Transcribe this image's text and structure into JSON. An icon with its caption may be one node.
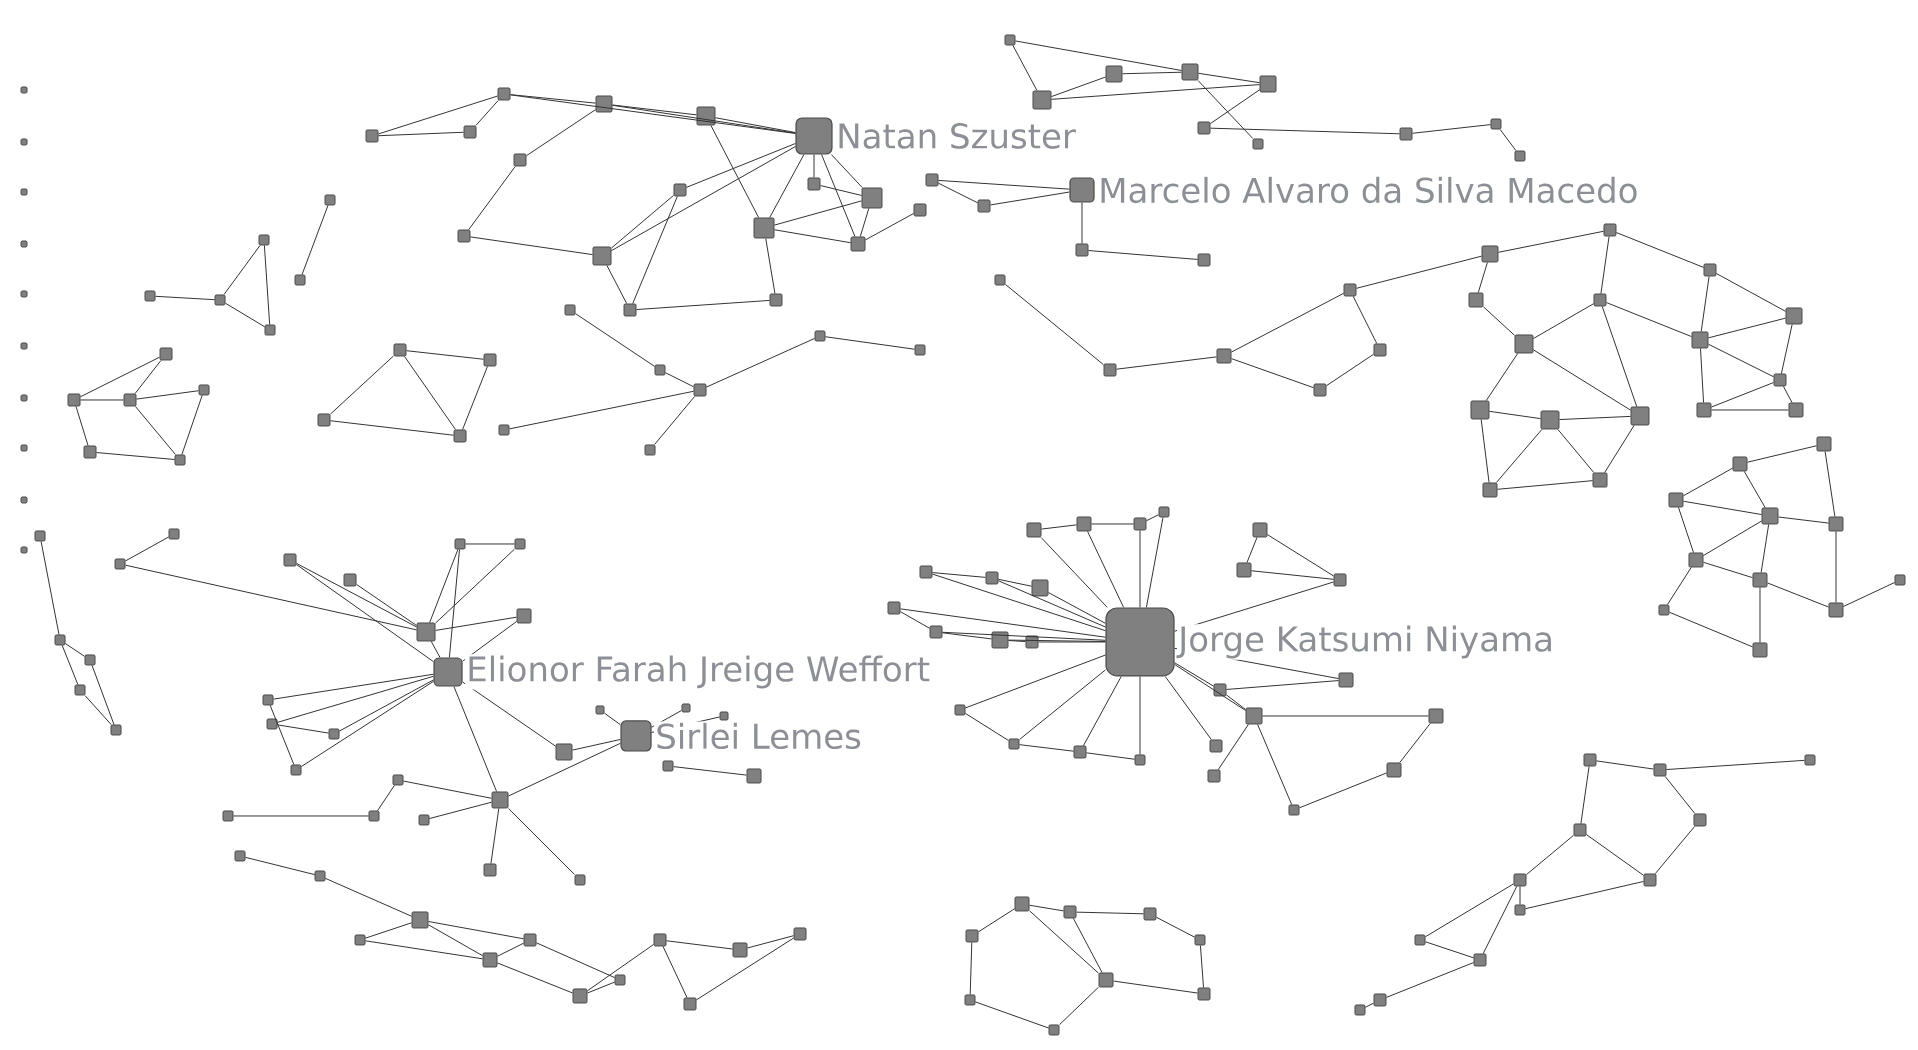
{
  "diagram": {
    "nodes": [
      {
        "text": [
          "Natan Szuster"
        ]
      },
      {
        "text": [
          "Marcelo Alvaro da Silva Macedo"
        ]
      },
      {
        "text": [
          "Jorge Katsumi Niyama"
        ]
      },
      {
        "text": [
          "Elionor Farah Jreige Weffort"
        ]
      },
      {
        "text": [
          "Sirlei Lemes"
        ]
      },
      {
        "text": [],
        "shape": "box"
      },
      {
        "text": [],
        "shape": "box"
      },
      {
        "text": [],
        "shape": "box"
      },
      {
        "text": [],
        "shape": "box"
      },
      {
        "text": [],
        "shape": "box"
      },
      {
        "text": [],
        "shape": "box"
      },
      {
        "text": [],
        "shape": "box"
      },
      {
        "text": [],
        "shape": "box"
      },
      {
        "text": [],
        "shape": "box"
      },
      {
        "text": [],
        "shape": "box"
      },
      {
        "text": [],
        "shape": "box"
      },
      {
        "text": [],
        "shape": "box"
      },
      {
        "text": [],
        "shape": "box"
      },
      {
        "text": [],
        "shape": "box"
      },
      {
        "text": [],
        "shape": "box"
      },
      {
        "text": [],
        "shape": "box"
      },
      {
        "text": [],
        "shape": "box"
      },
      {
        "text": [],
        "shape": "box"
      },
      {
        "text": [],
        "shape": "box"
      },
      {
        "text": [],
        "shape": "box"
      },
      {
        "text": [],
        "shape": "box"
      },
      {
        "text": [],
        "shape": "box"
      },
      {
        "text": [],
        "shape": "box"
      },
      {
        "text": [],
        "shape": "box"
      },
      {
        "text": [],
        "shape": "box"
      },
      {
        "text": [],
        "shape": "box"
      },
      {
        "text": [],
        "shape": "box"
      },
      {
        "text": [],
        "shape": "box"
      },
      {
        "text": [],
        "shape": "box"
      },
      {
        "text": [],
        "shape": "box"
      },
      {
        "text": [],
        "shape": "box"
      },
      {
        "text": [],
        "shape": "box"
      },
      {
        "text": [],
        "shape": "box"
      },
      {
        "text": [],
        "shape": "box"
      },
      {
        "text": [],
        "shape": "box"
      },
      {
        "text": [],
        "shape": "box"
      },
      {
        "text": [],
        "shape": "box"
      },
      {
        "text": [],
        "shape": "box"
      },
      {
        "text": [],
        "shape": "box"
      },
      {
        "text": [],
        "shape": "box"
      },
      {
        "text": [],
        "shape": "box"
      },
      {
        "text": [],
        "shape": "box"
      },
      {
        "text": [],
        "shape": "box"
      },
      {
        "text": [],
        "shape": "box"
      },
      {
        "text": [],
        "shape": "box"
      },
      {
        "text": [],
        "shape": "box"
      },
      {
        "text": [],
        "shape": "box"
      },
      {
        "text": [],
        "shape": "box"
      },
      {
        "text": [],
        "shape": "box"
      },
      {
        "text": [],
        "shape": "box"
      },
      {
        "text": [],
        "shape": "box"
      },
      {
        "text": [],
        "shape": "box"
      },
      {
        "text": [],
        "shape": "box"
      },
      {
        "text": [],
        "shape": "box"
      },
      {
        "text": [],
        "shape": "box"
      },
      {
        "text": [],
        "shape": "box"
      },
      {
        "text": [],
        "shape": "box"
      },
      {
        "text": [],
        "shape": "box"
      },
      {
        "text": [],
        "shape": "box"
      },
      {
        "text": [],
        "shape": "box"
      },
      {
        "text": [],
        "shape": "box"
      },
      {
        "text": [],
        "shape": "box"
      },
      {
        "text": [],
        "shape": "box"
      },
      {
        "text": [],
        "shape": "box"
      },
      {
        "text": [],
        "shape": "box"
      },
      {
        "text": [],
        "shape": "box"
      },
      {
        "text": [],
        "shape": "box"
      },
      {
        "text": [],
        "shape": "box"
      },
      {
        "text": [],
        "shape": "box"
      },
      {
        "text": [],
        "shape": "box"
      },
      {
        "text": [],
        "shape": "box"
      },
      {
        "text": [],
        "shape": "box"
      },
      {
        "text": [],
        "shape": "box"
      },
      {
        "text": [],
        "shape": "box"
      },
      {
        "text": [],
        "shape": "box"
      },
      {
        "text": [],
        "shape": "box"
      },
      {
        "text": [],
        "shape": "box"
      },
      {
        "text": [],
        "shape": "box"
      },
      {
        "text": [],
        "shape": "box"
      },
      {
        "text": [],
        "shape": "box"
      },
      {
        "text": [],
        "shape": "box"
      },
      {
        "text": [],
        "shape": "box"
      },
      {
        "text": [],
        "shape": "box"
      },
      {
        "text": [],
        "shape": "box"
      },
      {
        "text": [],
        "shape": "box"
      },
      {
        "text": [],
        "shape": "box"
      },
      {
        "text": [],
        "shape": "box"
      },
      {
        "text": [],
        "shape": "box"
      },
      {
        "text": [],
        "shape": "box"
      },
      {
        "text": [],
        "shape": "box"
      },
      {
        "text": [],
        "shape": "box"
      },
      {
        "text": [],
        "shape": "box"
      },
      {
        "text": [],
        "shape": "box"
      },
      {
        "text": [],
        "shape": "box"
      },
      {
        "text": [],
        "shape": "box"
      },
      {
        "text": [],
        "shape": "box"
      },
      {
        "text": [],
        "shape": "box"
      },
      {
        "text": [],
        "shape": "box"
      },
      {
        "text": [],
        "shape": "box"
      },
      {
        "text": [],
        "shape": "box"
      },
      {
        "text": [],
        "shape": "box"
      },
      {
        "text": [],
        "shape": "box"
      },
      {
        "text": [],
        "shape": "box"
      },
      {
        "text": [],
        "shape": "box"
      },
      {
        "text": [],
        "shape": "box"
      },
      {
        "text": [],
        "shape": "box"
      },
      {
        "text": [],
        "shape": "box"
      },
      {
        "text": [],
        "shape": "box"
      },
      {
        "text": [],
        "shape": "box"
      },
      {
        "text": [],
        "shape": "box"
      },
      {
        "text": [],
        "shape": "box"
      },
      {
        "text": [],
        "shape": "box"
      },
      {
        "text": [],
        "shape": "box"
      },
      {
        "text": [],
        "shape": "box"
      },
      {
        "text": [],
        "shape": "box"
      },
      {
        "text": [],
        "shape": "box"
      },
      {
        "text": [],
        "shape": "box"
      },
      {
        "text": [],
        "shape": "box"
      },
      {
        "text": [],
        "shape": "box"
      },
      {
        "text": [],
        "shape": "box"
      },
      {
        "text": [],
        "shape": "box"
      },
      {
        "text": [],
        "shape": "box"
      },
      {
        "text": [],
        "shape": "box"
      },
      {
        "text": [],
        "shape": "box"
      },
      {
        "text": [],
        "shape": "box"
      },
      {
        "text": [],
        "shape": "box"
      },
      {
        "text": [],
        "shape": "box"
      },
      {
        "text": [],
        "shape": "box"
      },
      {
        "text": [],
        "shape": "box"
      },
      {
        "text": [],
        "shape": "box"
      },
      {
        "text": [],
        "shape": "box"
      },
      {
        "text": [],
        "shape": "box"
      },
      {
        "text": [],
        "shape": "box"
      },
      {
        "text": [],
        "shape": "box"
      },
      {
        "text": [],
        "shape": "box"
      },
      {
        "text": [],
        "shape": "box"
      },
      {
        "text": [],
        "shape": "box"
      },
      {
        "text": [],
        "shape": "box"
      },
      {
        "text": [],
        "shape": "box"
      },
      {
        "text": [],
        "shape": "box"
      },
      {
        "text": [],
        "shape": "box"
      },
      {
        "text": [],
        "shape": "box"
      },
      {
        "text": [],
        "shape": "box"
      },
      {
        "text": [],
        "shape": "box"
      },
      {
        "text": [],
        "shape": "box"
      },
      {
        "text": [],
        "shape": "box"
      },
      {
        "text": [],
        "shape": "box"
      },
      {
        "text": [],
        "shape": "box"
      },
      {
        "text": [],
        "shape": "box"
      },
      {
        "text": [],
        "shape": "box"
      },
      {
        "text": [],
        "shape": "box"
      },
      {
        "text": [],
        "shape": "box"
      },
      {
        "text": [],
        "shape": "box"
      },
      {
        "text": [],
        "shape": "box"
      },
      {
        "text": [],
        "shape": "box"
      },
      {
        "text": [],
        "shape": "box"
      },
      {
        "text": [],
        "shape": "box"
      },
      {
        "text": [],
        "shape": "box"
      },
      {
        "text": [],
        "shape": "box"
      },
      {
        "text": [],
        "shape": "box"
      },
      {
        "text": [],
        "shape": "box"
      },
      {
        "text": [],
        "shape": "box"
      },
      {
        "text": [],
        "shape": "box"
      },
      {
        "text": [],
        "shape": "box"
      },
      {
        "text": [],
        "shape": "box"
      },
      {
        "text": [],
        "shape": "box"
      },
      {
        "text": [],
        "shape": "box"
      },
      {
        "text": [],
        "shape": "box"
      },
      {
        "text": [],
        "shape": "box"
      },
      {
        "text": [],
        "shape": "box"
      },
      {
        "text": [],
        "shape": "box"
      },
      {
        "text": [],
        "shape": "box"
      },
      {
        "text": [],
        "shape": "box"
      },
      {
        "text": [],
        "shape": "box"
      },
      {
        "text": [],
        "shape": "box"
      },
      {
        "text": [],
        "shape": "box"
      },
      {
        "text": [],
        "shape": "box"
      },
      {
        "text": [],
        "shape": "box"
      },
      {
        "text": [],
        "shape": "box"
      },
      {
        "text": [],
        "shape": "box"
      },
      {
        "text": [],
        "shape": "box"
      },
      {
        "text": [],
        "shape": "box"
      },
      {
        "text": [],
        "shape": "box"
      },
      {
        "text": [],
        "shape": "box"
      },
      {
        "text": [],
        "shape": "box"
      }
    ],
    "edges": [
      {
        "from": 0,
        "to": 5,
        "arrow": "none"
      },
      {
        "from": 0,
        "to": 6,
        "arrow": "none"
      },
      {
        "from": 0,
        "to": 7,
        "arrow": "none"
      },
      {
        "from": 0,
        "to": 13,
        "arrow": "none"
      },
      {
        "from": 0,
        "to": 14,
        "arrow": "none"
      },
      {
        "from": 0,
        "to": 15,
        "arrow": "none"
      },
      {
        "from": 0,
        "to": 16,
        "arrow": "none"
      },
      {
        "from": 0,
        "to": 11,
        "arrow": "none"
      },
      {
        "from": 0,
        "to": 20,
        "arrow": "none"
      },
      {
        "from": 5,
        "to": 6,
        "arrow": "none"
      },
      {
        "from": 5,
        "to": 13,
        "arrow": "none"
      },
      {
        "from": 6,
        "to": 7,
        "arrow": "none"
      },
      {
        "from": 7,
        "to": 8,
        "arrow": "none"
      },
      {
        "from": 8,
        "to": 9,
        "arrow": "none"
      },
      {
        "from": 6,
        "to": 19,
        "arrow": "none"
      },
      {
        "from": 19,
        "to": 10,
        "arrow": "none"
      },
      {
        "from": 10,
        "to": 11,
        "arrow": "none"
      },
      {
        "from": 11,
        "to": 12,
        "arrow": "none"
      },
      {
        "from": 12,
        "to": 18,
        "arrow": "none"
      },
      {
        "from": 11,
        "to": 20,
        "arrow": "none"
      },
      {
        "from": 13,
        "to": 15,
        "arrow": "none"
      },
      {
        "from": 14,
        "to": 15,
        "arrow": "none"
      },
      {
        "from": 15,
        "to": 16,
        "arrow": "none"
      },
      {
        "from": 16,
        "to": 17,
        "arrow": "none"
      },
      {
        "from": 13,
        "to": 16,
        "arrow": "none"
      },
      {
        "from": 18,
        "to": 13,
        "arrow": "none"
      },
      {
        "from": 20,
        "to": 12,
        "arrow": "none"
      },
      {
        "from": 9,
        "to": 7,
        "arrow": "none"
      },
      {
        "from": 1,
        "to": 22,
        "arrow": "none"
      },
      {
        "from": 1,
        "to": 23,
        "arrow": "none"
      },
      {
        "from": 1,
        "to": 30,
        "arrow": "none"
      },
      {
        "from": 22,
        "to": 23,
        "arrow": "none"
      },
      {
        "from": 21,
        "to": 24,
        "arrow": "none"
      },
      {
        "from": 21,
        "to": 26,
        "arrow": "none"
      },
      {
        "from": 24,
        "to": 25,
        "arrow": "none"
      },
      {
        "from": 25,
        "to": 26,
        "arrow": "none"
      },
      {
        "from": 26,
        "to": 27,
        "arrow": "none"
      },
      {
        "from": 24,
        "to": 27,
        "arrow": "none"
      },
      {
        "from": 26,
        "to": 29,
        "arrow": "none"
      },
      {
        "from": 27,
        "to": 28,
        "arrow": "none"
      },
      {
        "from": 30,
        "to": 31,
        "arrow": "none"
      },
      {
        "from": 32,
        "to": 33,
        "arrow": "none"
      },
      {
        "from": 33,
        "to": 34,
        "arrow": "none"
      },
      {
        "from": 28,
        "to": 32,
        "arrow": "none"
      },
      {
        "from": 35,
        "to": 36,
        "arrow": "none"
      },
      {
        "from": 36,
        "to": 37,
        "arrow": "none"
      },
      {
        "from": 37,
        "to": 38,
        "arrow": "none"
      },
      {
        "from": 35,
        "to": 39,
        "arrow": "none"
      },
      {
        "from": 39,
        "to": 40,
        "arrow": "none"
      },
      {
        "from": 40,
        "to": 41,
        "arrow": "none"
      },
      {
        "from": 41,
        "to": 36,
        "arrow": "none"
      },
      {
        "from": 41,
        "to": 42,
        "arrow": "none"
      },
      {
        "from": 42,
        "to": 43,
        "arrow": "none"
      },
      {
        "from": 43,
        "to": 38,
        "arrow": "none"
      },
      {
        "from": 37,
        "to": 42,
        "arrow": "none"
      },
      {
        "from": 40,
        "to": 44,
        "arrow": "none"
      },
      {
        "from": 44,
        "to": 45,
        "arrow": "none"
      },
      {
        "from": 45,
        "to": 46,
        "arrow": "none"
      },
      {
        "from": 46,
        "to": 41,
        "arrow": "none"
      },
      {
        "from": 44,
        "to": 47,
        "arrow": "none"
      },
      {
        "from": 45,
        "to": 47,
        "arrow": "none"
      },
      {
        "from": 45,
        "to": 48,
        "arrow": "none"
      },
      {
        "from": 46,
        "to": 48,
        "arrow": "none"
      },
      {
        "from": 42,
        "to": 49,
        "arrow": "none"
      },
      {
        "from": 49,
        "to": 50,
        "arrow": "none"
      },
      {
        "from": 43,
        "to": 50,
        "arrow": "none"
      },
      {
        "from": 40,
        "to": 46,
        "arrow": "none"
      },
      {
        "from": 47,
        "to": 48,
        "arrow": "none"
      },
      {
        "from": 38,
        "to": 42,
        "arrow": "none"
      },
      {
        "from": 49,
        "to": 43,
        "arrow": "none"
      },
      {
        "from": 51,
        "to": 52,
        "arrow": "none"
      },
      {
        "from": 52,
        "to": 53,
        "arrow": "none"
      },
      {
        "from": 53,
        "to": 54,
        "arrow": "none"
      },
      {
        "from": 54,
        "to": 55,
        "arrow": "none"
      },
      {
        "from": 51,
        "to": 55,
        "arrow": "none"
      },
      {
        "from": 54,
        "to": 56,
        "arrow": "none"
      },
      {
        "from": 56,
        "to": 57,
        "arrow": "none"
      },
      {
        "from": 57,
        "to": 58,
        "arrow": "none"
      },
      {
        "from": 55,
        "to": 58,
        "arrow": "none"
      },
      {
        "from": 57,
        "to": 59,
        "arrow": "none"
      },
      {
        "from": 56,
        "to": 60,
        "arrow": "none"
      },
      {
        "from": 60,
        "to": 59,
        "arrow": "none"
      },
      {
        "from": 52,
        "to": 54,
        "arrow": "none"
      },
      {
        "from": 54,
        "to": 57,
        "arrow": "none"
      },
      {
        "from": 58,
        "to": 61,
        "arrow": "none"
      },
      {
        "from": 53,
        "to": 56,
        "arrow": "none"
      },
      {
        "from": 62,
        "to": 63,
        "arrow": "none"
      },
      {
        "from": 63,
        "to": 64,
        "arrow": "none"
      },
      {
        "from": 64,
        "to": 65,
        "arrow": "none"
      },
      {
        "from": 65,
        "to": 67,
        "arrow": "none"
      },
      {
        "from": 66,
        "to": 67,
        "arrow": "none"
      },
      {
        "from": 66,
        "to": 64,
        "arrow": "none"
      },
      {
        "from": 66,
        "to": 35,
        "arrow": "none"
      },
      {
        "from": 2,
        "to": 68,
        "arrow": "none"
      },
      {
        "from": 2,
        "to": 69,
        "arrow": "none"
      },
      {
        "from": 2,
        "to": 70,
        "arrow": "none"
      },
      {
        "from": 2,
        "to": 71,
        "arrow": "none"
      },
      {
        "from": 2,
        "to": 72,
        "arrow": "none"
      },
      {
        "from": 2,
        "to": 73,
        "arrow": "none"
      },
      {
        "from": 2,
        "to": 74,
        "arrow": "none"
      },
      {
        "from": 2,
        "to": 75,
        "arrow": "none"
      },
      {
        "from": 2,
        "to": 76,
        "arrow": "none"
      },
      {
        "from": 2,
        "to": 77,
        "arrow": "none"
      },
      {
        "from": 2,
        "to": 78,
        "arrow": "none"
      },
      {
        "from": 2,
        "to": 79,
        "arrow": "none"
      },
      {
        "from": 2,
        "to": 80,
        "arrow": "none"
      },
      {
        "from": 2,
        "to": 81,
        "arrow": "none"
      },
      {
        "from": 2,
        "to": 82,
        "arrow": "none"
      },
      {
        "from": 2,
        "to": 83,
        "arrow": "none"
      },
      {
        "from": 2,
        "to": 88,
        "arrow": "none"
      },
      {
        "from": 2,
        "to": 89,
        "arrow": "none"
      },
      {
        "from": 2,
        "to": 86,
        "arrow": "none"
      },
      {
        "from": 2,
        "to": 87,
        "arrow": "none"
      },
      {
        "from": 68,
        "to": 69,
        "arrow": "none"
      },
      {
        "from": 69,
        "to": 70,
        "arrow": "none"
      },
      {
        "from": 70,
        "to": 71,
        "arrow": "none"
      },
      {
        "from": 72,
        "to": 73,
        "arrow": "none"
      },
      {
        "from": 73,
        "to": 74,
        "arrow": "none"
      },
      {
        "from": 75,
        "to": 76,
        "arrow": "none"
      },
      {
        "from": 76,
        "to": 77,
        "arrow": "none"
      },
      {
        "from": 77,
        "to": 78,
        "arrow": "none"
      },
      {
        "from": 79,
        "to": 80,
        "arrow": "none"
      },
      {
        "from": 80,
        "to": 81,
        "arrow": "none"
      },
      {
        "from": 81,
        "to": 82,
        "arrow": "none"
      },
      {
        "from": 89,
        "to": 91,
        "arrow": "none"
      },
      {
        "from": 91,
        "to": 92,
        "arrow": "none"
      },
      {
        "from": 89,
        "to": 93,
        "arrow": "none"
      },
      {
        "from": 84,
        "to": 85,
        "arrow": "none"
      },
      {
        "from": 85,
        "to": 86,
        "arrow": "none"
      },
      {
        "from": 84,
        "to": 86,
        "arrow": "none"
      },
      {
        "from": 87,
        "to": 88,
        "arrow": "none"
      },
      {
        "from": 88,
        "to": 89,
        "arrow": "none"
      },
      {
        "from": 89,
        "to": 90,
        "arrow": "none"
      },
      {
        "from": 92,
        "to": 93,
        "arrow": "none"
      },
      {
        "from": 3,
        "to": 96,
        "arrow": "none"
      },
      {
        "from": 3,
        "to": 97,
        "arrow": "none"
      },
      {
        "from": 3,
        "to": 99,
        "arrow": "none"
      },
      {
        "from": 3,
        "to": 100,
        "arrow": "none"
      },
      {
        "from": 3,
        "to": 101,
        "arrow": "none"
      },
      {
        "from": 3,
        "to": 102,
        "arrow": "none"
      },
      {
        "from": 3,
        "to": 103,
        "arrow": "none"
      },
      {
        "from": 3,
        "to": 105,
        "arrow": "none"
      },
      {
        "from": 3,
        "to": 106,
        "arrow": "none"
      },
      {
        "from": 3,
        "to": 94,
        "arrow": "none"
      },
      {
        "from": 96,
        "to": 94,
        "arrow": "none"
      },
      {
        "from": 96,
        "to": 95,
        "arrow": "none"
      },
      {
        "from": 96,
        "to": 112,
        "arrow": "none"
      },
      {
        "from": 112,
        "to": 113,
        "arrow": "none"
      },
      {
        "from": 96,
        "to": 97,
        "arrow": "none"
      },
      {
        "from": 97,
        "to": 98,
        "arrow": "none"
      },
      {
        "from": 96,
        "to": 99,
        "arrow": "none"
      },
      {
        "from": 98,
        "to": 96,
        "arrow": "none"
      },
      {
        "from": 101,
        "to": 102,
        "arrow": "none"
      },
      {
        "from": 100,
        "to": 103,
        "arrow": "none"
      },
      {
        "from": 105,
        "to": 107,
        "arrow": "none"
      },
      {
        "from": 105,
        "to": 108,
        "arrow": "none"
      },
      {
        "from": 105,
        "to": 109,
        "arrow": "none"
      },
      {
        "from": 104,
        "to": 105,
        "arrow": "none"
      },
      {
        "from": 110,
        "to": 111,
        "arrow": "none"
      },
      {
        "from": 111,
        "to": 104,
        "arrow": "none"
      },
      {
        "from": 4,
        "to": 114,
        "arrow": "none"
      },
      {
        "from": 4,
        "to": 115,
        "arrow": "none"
      },
      {
        "from": 4,
        "to": 116,
        "arrow": "none"
      },
      {
        "from": 4,
        "to": 106,
        "arrow": "none"
      },
      {
        "from": 117,
        "to": 118,
        "arrow": "none"
      },
      {
        "from": 4,
        "to": 105,
        "arrow": "none"
      },
      {
        "from": 119,
        "to": 120,
        "arrow": "none"
      },
      {
        "from": 120,
        "to": 121,
        "arrow": "none"
      },
      {
        "from": 121,
        "to": 122,
        "arrow": "none"
      },
      {
        "from": 122,
        "to": 123,
        "arrow": "none"
      },
      {
        "from": 123,
        "to": 124,
        "arrow": "none"
      },
      {
        "from": 124,
        "to": 125,
        "arrow": "none"
      },
      {
        "from": 125,
        "to": 126,
        "arrow": "none"
      },
      {
        "from": 126,
        "to": 127,
        "arrow": "none"
      },
      {
        "from": 124,
        "to": 127,
        "arrow": "none"
      },
      {
        "from": 121,
        "to": 129,
        "arrow": "none"
      },
      {
        "from": 122,
        "to": 128,
        "arrow": "none"
      },
      {
        "from": 128,
        "to": 130,
        "arrow": "none"
      },
      {
        "from": 130,
        "to": 123,
        "arrow": "none"
      },
      {
        "from": 129,
        "to": 122,
        "arrow": "none"
      },
      {
        "from": 128,
        "to": 121,
        "arrow": "none"
      },
      {
        "from": 131,
        "to": 132,
        "arrow": "none"
      },
      {
        "from": 132,
        "to": 133,
        "arrow": "none"
      },
      {
        "from": 133,
        "to": 134,
        "arrow": "none"
      },
      {
        "from": 134,
        "to": 139,
        "arrow": "none"
      },
      {
        "from": 135,
        "to": 136,
        "arrow": "none"
      },
      {
        "from": 133,
        "to": 135,
        "arrow": "none"
      },
      {
        "from": 131,
        "to": 138,
        "arrow": "none"
      },
      {
        "from": 138,
        "to": 137,
        "arrow": "none"
      },
      {
        "from": 135,
        "to": 137,
        "arrow": "none"
      },
      {
        "from": 132,
        "to": 135,
        "arrow": "none"
      },
      {
        "from": 139,
        "to": 136,
        "arrow": "none"
      },
      {
        "from": 140,
        "to": 141,
        "arrow": "none"
      },
      {
        "from": 141,
        "to": 142,
        "arrow": "none"
      },
      {
        "from": 140,
        "to": 143,
        "arrow": "none"
      },
      {
        "from": 143,
        "to": 144,
        "arrow": "none"
      },
      {
        "from": 143,
        "to": 145,
        "arrow": "none"
      },
      {
        "from": 142,
        "to": 145,
        "arrow": "none"
      },
      {
        "from": 144,
        "to": 146,
        "arrow": "none"
      },
      {
        "from": 146,
        "to": 147,
        "arrow": "none"
      },
      {
        "from": 147,
        "to": 148,
        "arrow": "none"
      },
      {
        "from": 144,
        "to": 149,
        "arrow": "none"
      },
      {
        "from": 149,
        "to": 145,
        "arrow": "none"
      },
      {
        "from": 141,
        "to": 150,
        "arrow": "none"
      },
      {
        "from": 148,
        "to": 151,
        "arrow": "none"
      },
      {
        "from": 144,
        "to": 147,
        "arrow": "none"
      },
      {
        "from": 152,
        "to": 153,
        "arrow": "none"
      },
      {
        "from": 152,
        "to": 154,
        "arrow": "none"
      },
      {
        "from": 153,
        "to": 154,
        "arrow": "none"
      },
      {
        "from": 154,
        "to": 155,
        "arrow": "none"
      },
      {
        "from": 153,
        "to": 156,
        "arrow": "none"
      },
      {
        "from": 156,
        "to": 157,
        "arrow": "none"
      },
      {
        "from": 155,
        "to": 157,
        "arrow": "none"
      },
      {
        "from": 154,
        "to": 157,
        "arrow": "none"
      },
      {
        "from": 158,
        "to": 159,
        "arrow": "none"
      },
      {
        "from": 159,
        "to": 160,
        "arrow": "none"
      },
      {
        "from": 160,
        "to": 161,
        "arrow": "none"
      },
      {
        "from": 159,
        "to": 162,
        "arrow": "none"
      },
      {
        "from": 162,
        "to": 161,
        "arrow": "none"
      },
      {
        "from": 163,
        "to": 166,
        "arrow": "none"
      },
      {
        "from": 166,
        "to": 164,
        "arrow": "none"
      },
      {
        "from": 164,
        "to": 165,
        "arrow": "none"
      },
      {
        "from": 166,
        "to": 165,
        "arrow": "none"
      },
      {
        "from": 167,
        "to": 168,
        "arrow": "none"
      },
      {
        "from": 169,
        "to": 170,
        "arrow": "none"
      },
      {
        "from": 170,
        "to": 171,
        "arrow": "none"
      },
      {
        "from": 171,
        "to": 172,
        "arrow": "none"
      },
      {
        "from": 172,
        "to": 169,
        "arrow": "none"
      },
      {
        "from": 169,
        "to": 171,
        "arrow": "none"
      },
      {
        "from": 173,
        "to": 175,
        "arrow": "none"
      },
      {
        "from": 174,
        "to": 175,
        "arrow": "none"
      },
      {
        "from": 175,
        "to": 176,
        "arrow": "none"
      },
      {
        "from": 175,
        "to": 177,
        "arrow": "none"
      },
      {
        "from": 177,
        "to": 178,
        "arrow": "none"
      },
      {
        "from": 179,
        "to": 174,
        "arrow": "none"
      }
    ]
  }
}
